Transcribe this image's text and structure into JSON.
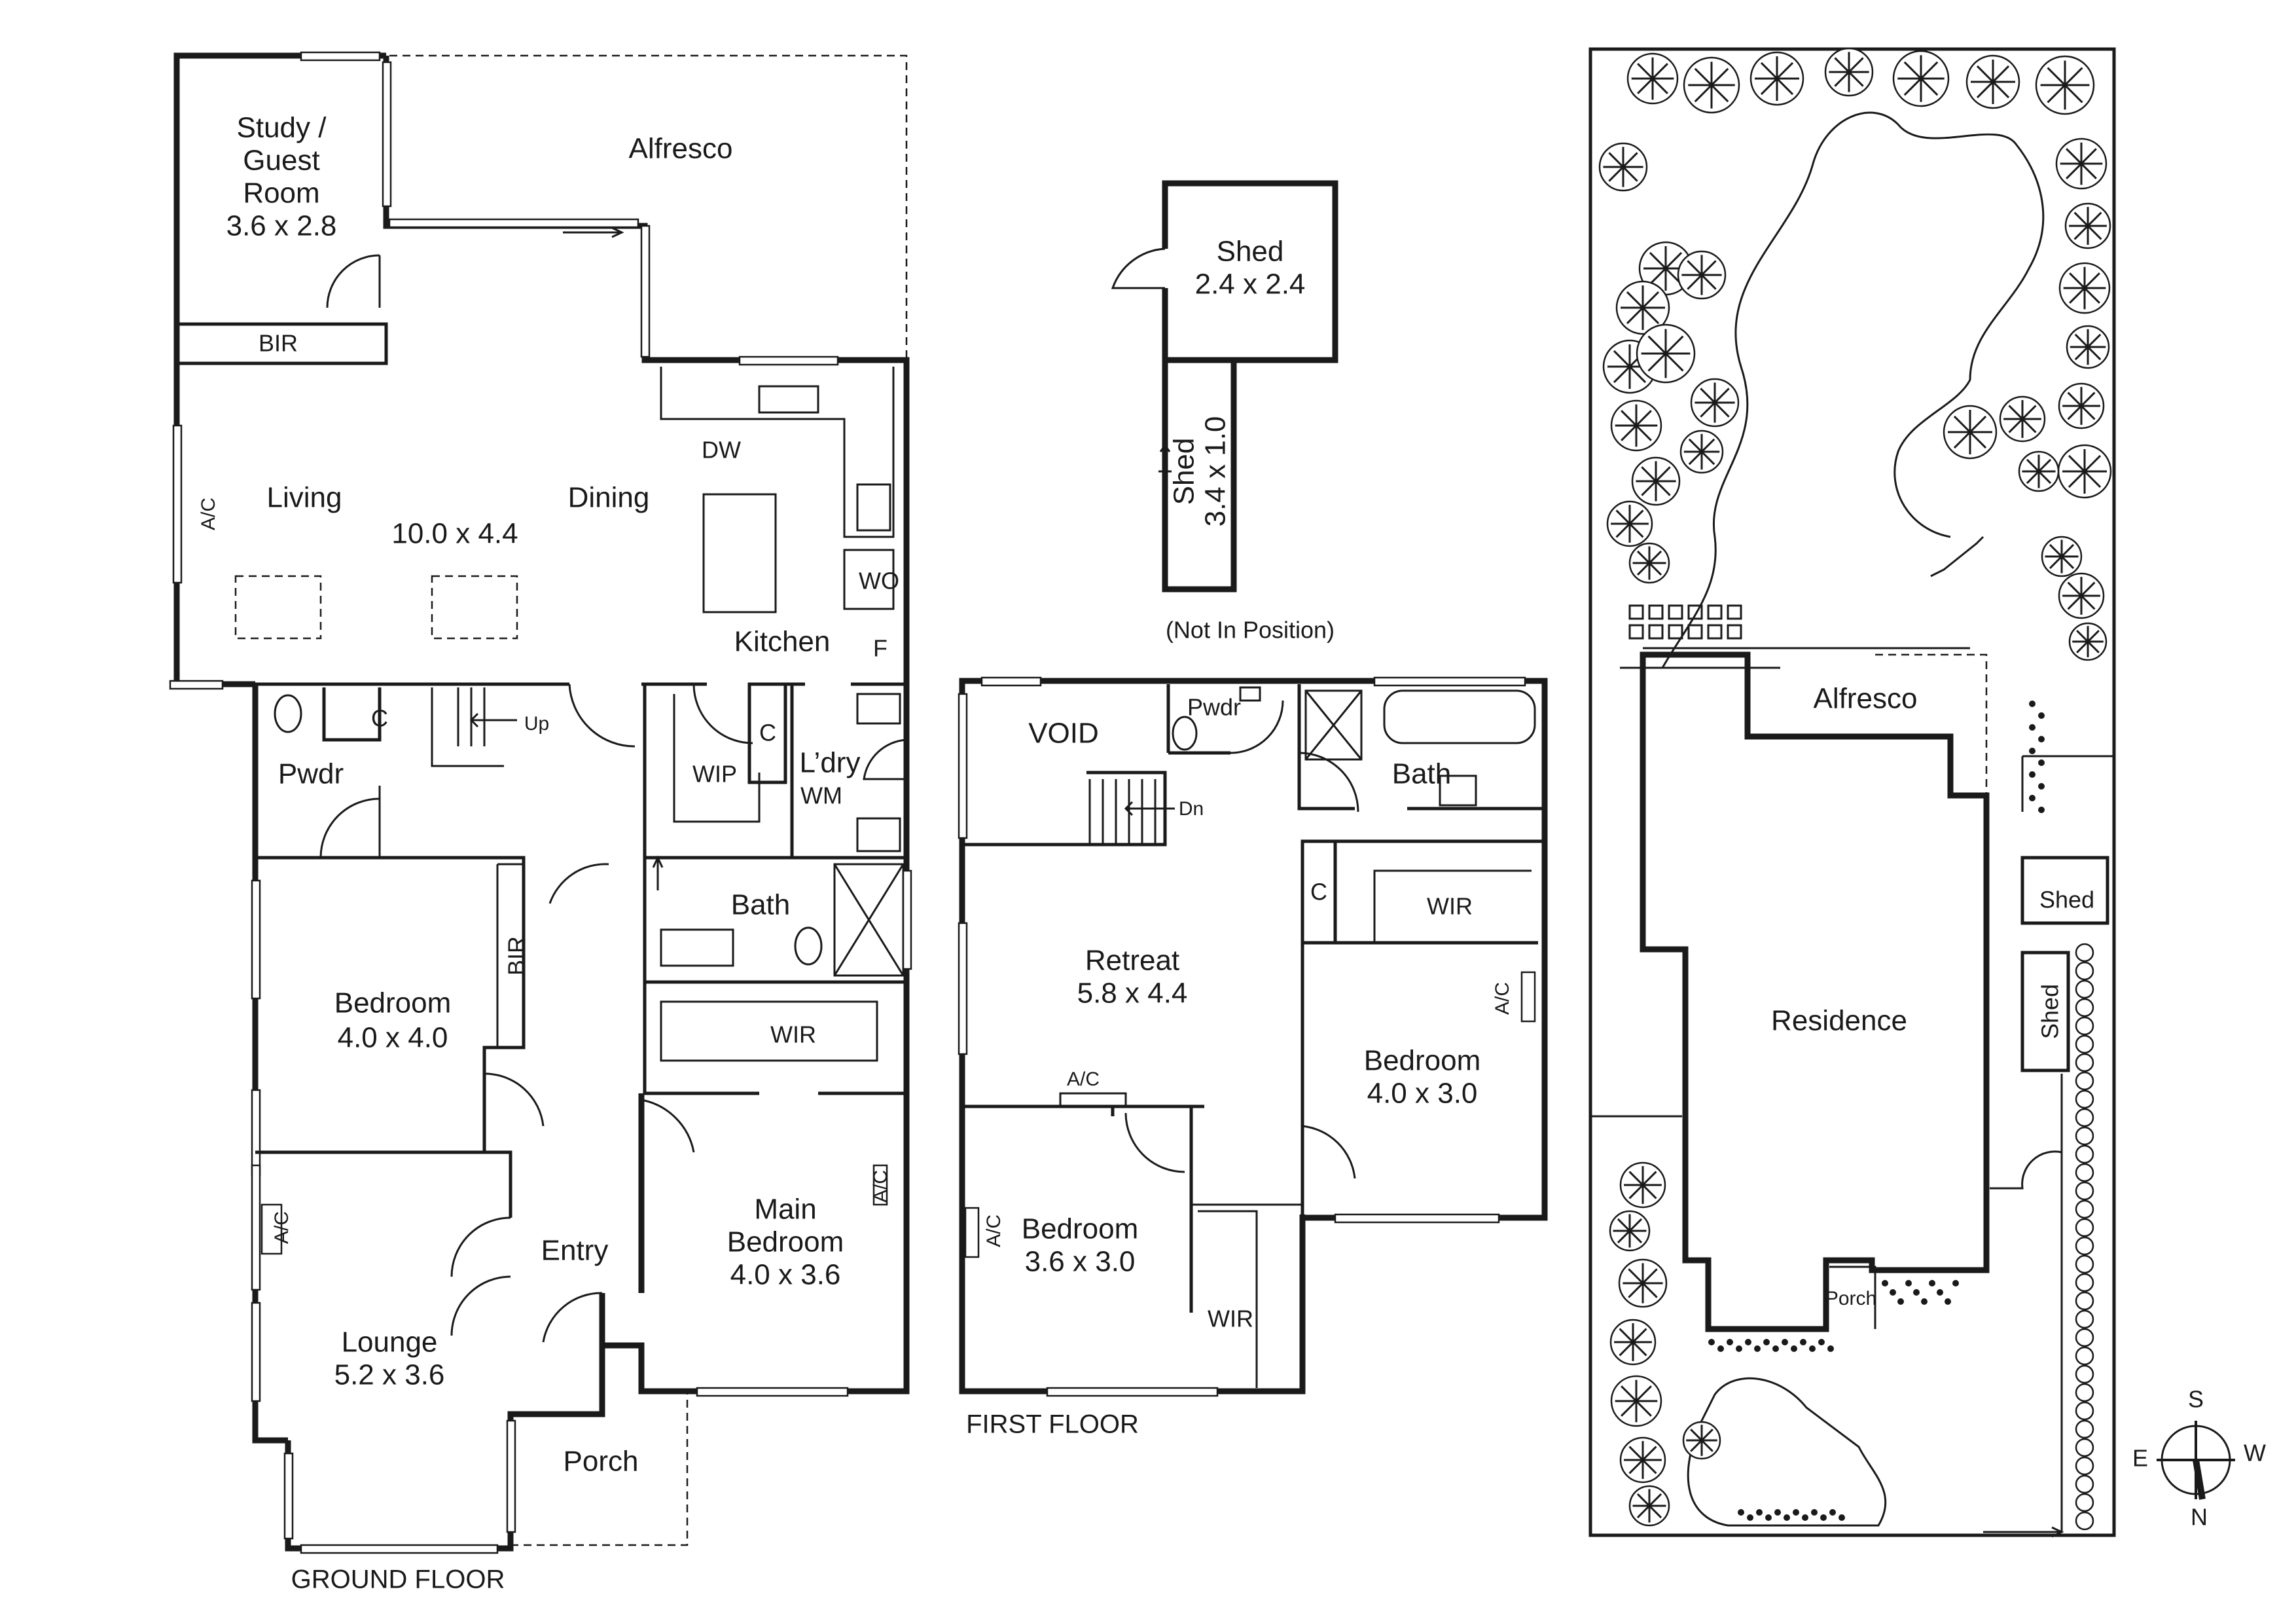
{
  "ground_floor": {
    "caption": "GROUND FLOOR",
    "study": {
      "name": "Study /\nGuest\nRoom",
      "line1": "Study /",
      "line2": "Guest",
      "line3": "Room",
      "size": "3.6 x 2.8"
    },
    "study_bir": "BIR",
    "alfresco": "Alfresco",
    "living": "Living",
    "dining": "Dining",
    "living_size": "10.0 x 4.4",
    "ac_living": "A/C",
    "dw": "DW",
    "wo": "WO",
    "kitchen": "Kitchen",
    "fridge": "F",
    "pantry_c": "C",
    "up": "Up",
    "pwdr": "Pwdr",
    "wip": "WIP",
    "laundry_c": "C",
    "laundry": "L’dry",
    "wm": "WM",
    "bath": "Bath",
    "bedroom": {
      "name": "Bedroom",
      "size": "4.0 x 4.0"
    },
    "bedroom_bir": "BIR",
    "wir": "WIR",
    "main_bedroom": {
      "line1": "Main",
      "line2": "Bedroom",
      "size": "4.0 x 3.6"
    },
    "ac_main": "A/C",
    "entry": "Entry",
    "lounge": {
      "name": "Lounge",
      "size": "5.2 x 3.6"
    },
    "ac_lounge": "A/C",
    "porch": "Porch"
  },
  "outbuildings": {
    "shed1": {
      "name": "Shed",
      "size": "2.4 x 2.4"
    },
    "shed2": {
      "name": "Shed",
      "size": "3.4 x 1.0"
    },
    "note": "(Not In Position)"
  },
  "first_floor": {
    "caption": "FIRST FLOOR",
    "void": "VOID",
    "pwdr": "Pwdr",
    "bath": "Bath",
    "dn": "Dn",
    "retreat": {
      "name": "Retreat",
      "size": "5.8 x 4.4"
    },
    "ac_retreat": "A/C",
    "c": "C",
    "wir_top": "WIR",
    "ac_bed2": "A/C",
    "bedroom2": {
      "name": "Bedroom",
      "size": "4.0 x 3.0"
    },
    "bedroom3": {
      "name": "Bedroom",
      "size": "3.6 x 3.0"
    },
    "ac_bed3": "A/C",
    "wir_bottom": "WIR"
  },
  "site_plan": {
    "alfresco": "Alfresco",
    "residence": "Residence",
    "shed_a": "Shed",
    "shed_b": "Shed",
    "porch": "Porch"
  },
  "compass": {
    "n": "N",
    "s": "S",
    "e": "E",
    "w": "W"
  }
}
